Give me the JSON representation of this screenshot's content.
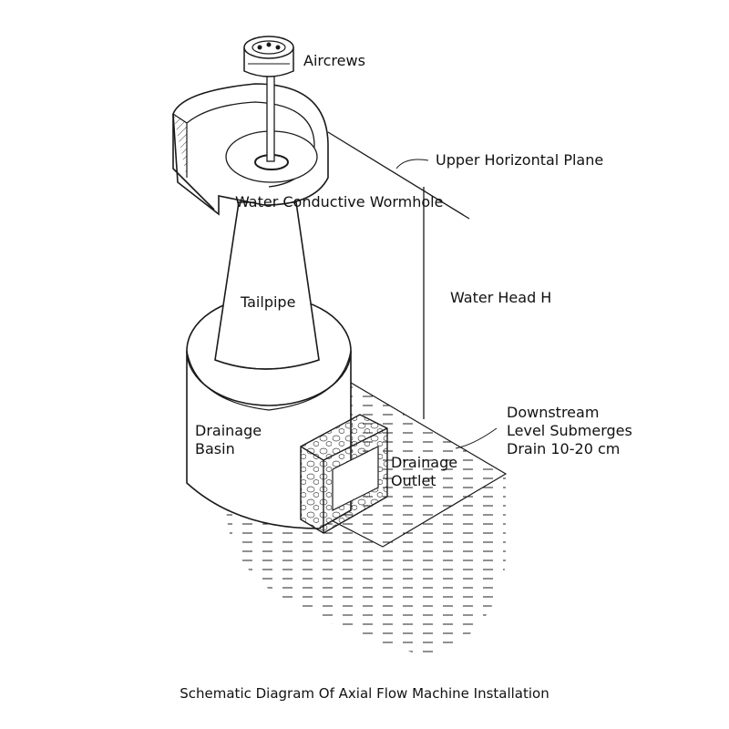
{
  "labels": {
    "aircrews": "Aircrews",
    "upper_plane": "Upper Horizontal Plane",
    "wormhole": "Water Conductive Wormhole",
    "tailpipe": "Tailpipe",
    "water_head": "Water Head H",
    "downstream_line1": "Downstream",
    "downstream_line2": "Level Submerges",
    "downstream_line3": "Drain 10-20 cm",
    "drainage_basin_line1": "Drainage",
    "drainage_basin_line2": "Basin",
    "drainage_outlet_line1": "Drainage",
    "drainage_outlet_line2": "Outlet"
  },
  "caption": "Schematic Diagram Of Axial Flow Machine Installation",
  "colors": {
    "line": "#1a1a1a",
    "background": "#ffffff"
  }
}
